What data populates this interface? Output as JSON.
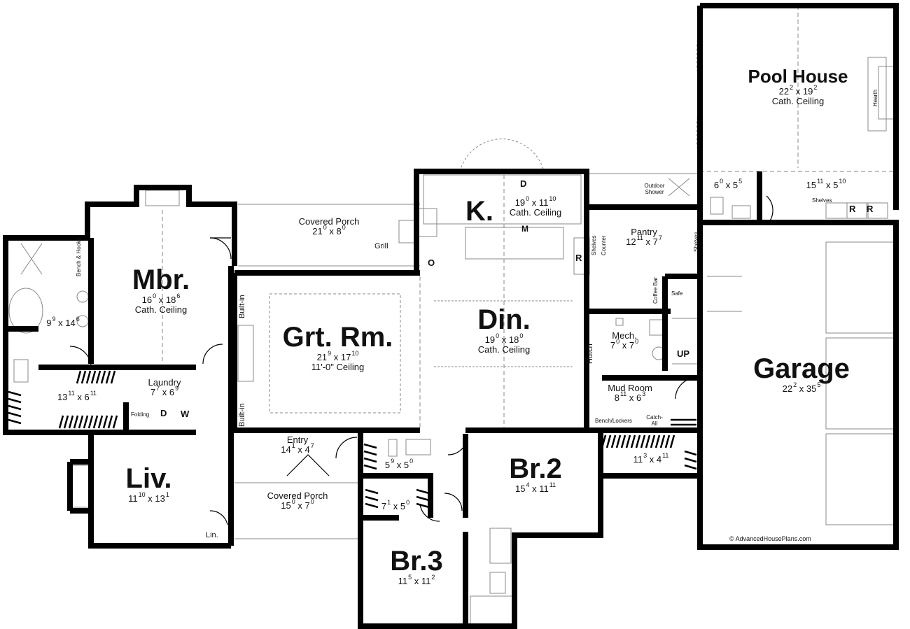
{
  "rooms": [
    {
      "id": "mbr",
      "name": "Mbr.",
      "dim": "16⁰ x 18⁶",
      "w": "16",
      "wi": "0",
      "h": "18",
      "hi": "6",
      "ceiling": "Cath. Ceiling"
    },
    {
      "id": "mbath",
      "name": "",
      "w": "9",
      "wi": "9",
      "h": "14",
      "hi": "6"
    },
    {
      "id": "wic",
      "name": "",
      "w": "13",
      "wi": "11",
      "h": "6",
      "hi": "11"
    },
    {
      "id": "laundry",
      "name": "Laundry",
      "w": "7",
      "wi": "7",
      "h": "6",
      "hi": "9"
    },
    {
      "id": "liv",
      "name": "Liv.",
      "w": "11",
      "wi": "10",
      "h": "13",
      "hi": "1"
    },
    {
      "id": "covporch1",
      "name": "Covered Porch",
      "w": "21",
      "wi": "0",
      "h": "8",
      "hi": "0"
    },
    {
      "id": "grtrm",
      "name": "Grt. Rm.",
      "w": "21",
      "wi": "9",
      "h": "17",
      "hi": "10",
      "ceiling": "11'-0\" Ceiling"
    },
    {
      "id": "kitchen",
      "name": "K.",
      "w": "19",
      "wi": "0",
      "h": "11",
      "hi": "10",
      "ceiling": "Cath. Ceiling"
    },
    {
      "id": "dining",
      "name": "Din.",
      "w": "19",
      "wi": "0",
      "h": "18",
      "hi": "0",
      "ceiling": "Cath. Ceiling"
    },
    {
      "id": "pantry",
      "name": "Pantry",
      "w": "12",
      "wi": "11",
      "h": "7",
      "hi": "7"
    },
    {
      "id": "mech",
      "name": "Mech.",
      "w": "7",
      "wi": "0",
      "h": "7",
      "hi": "0"
    },
    {
      "id": "mudroom",
      "name": "Mud Room",
      "w": "8",
      "wi": "11",
      "h": "6",
      "hi": "3"
    },
    {
      "id": "entry",
      "name": "Entry",
      "w": "14",
      "wi": "1",
      "h": "4",
      "hi": "7"
    },
    {
      "id": "covporch2",
      "name": "Covered Porch",
      "w": "15",
      "wi": "0",
      "h": "7",
      "hi": "0"
    },
    {
      "id": "hallbath",
      "name": "",
      "w": "5",
      "wi": "9",
      "h": "5",
      "hi": "0"
    },
    {
      "id": "closet3",
      "name": "",
      "w": "7",
      "wi": "1",
      "h": "5",
      "hi": "0"
    },
    {
      "id": "br2",
      "name": "Br.2",
      "w": "15",
      "wi": "4",
      "h": "11",
      "hi": "11"
    },
    {
      "id": "br2closet",
      "name": "",
      "w": "11",
      "wi": "3",
      "h": "4",
      "hi": "11"
    },
    {
      "id": "br3",
      "name": "Br.3",
      "w": "11",
      "wi": "5",
      "h": "11",
      "hi": "2"
    },
    {
      "id": "poolhouse",
      "name": "Pool House",
      "w": "22",
      "wi": "2",
      "h": "19",
      "hi": "2",
      "ceiling": "Cath. Ceiling"
    },
    {
      "id": "phbath",
      "name": "",
      "w": "6",
      "wi": "0",
      "h": "5",
      "hi": "5"
    },
    {
      "id": "phkitch",
      "name": "",
      "w": "15",
      "wi": "11",
      "h": "5",
      "hi": "10"
    },
    {
      "id": "garage",
      "name": "Garage",
      "w": "22",
      "wi": "2",
      "h": "35",
      "hi": "5"
    }
  ],
  "fixtures": {
    "bench_hooks": "Bench & Hooks",
    "built_in_1": "Built-in",
    "built_in_2": "Built-in",
    "grill": "Grill",
    "folding": "Folding",
    "dryer": "D",
    "washer": "W",
    "lin": "Lin.",
    "dishwasher": "D",
    "microwave": "M",
    "oven": "O",
    "fridge": "R",
    "shelves_1": "Shelves",
    "counter": "Counter",
    "shelves_2": "Shelves",
    "coffee_bar": "Coffee Bar",
    "safe": "Safe",
    "hutch": "Hutch",
    "up": "UP",
    "bench_lockers": "Bench/Lockers",
    "catch_all": "Catch-All",
    "outdoor_shower": "Outdoor Shower",
    "hearth": "Hearth",
    "shelves_3": "Shelves",
    "ph_fridge_1": "R",
    "ph_fridge_2": "R"
  },
  "copyright": "© AdvancedHousePlans.com"
}
